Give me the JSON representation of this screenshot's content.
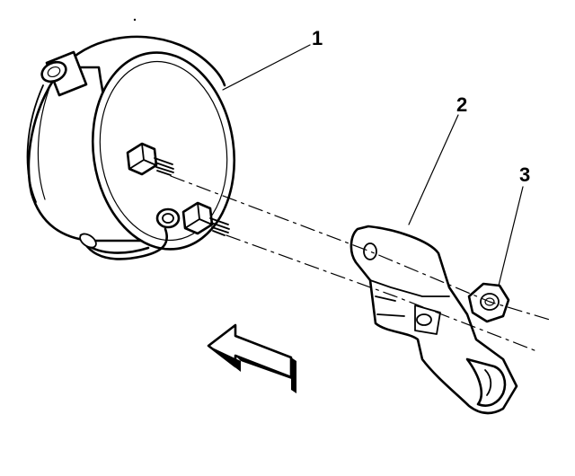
{
  "diagram": {
    "callouts": [
      {
        "label": "1",
        "part": "vacuum-actuator"
      },
      {
        "label": "2",
        "part": "bracket"
      },
      {
        "label": "3",
        "part": "nut"
      }
    ],
    "direction_arrow": "front-of-vehicle-arrow",
    "colors": {
      "ink": "#000000",
      "background": "#ffffff"
    }
  }
}
